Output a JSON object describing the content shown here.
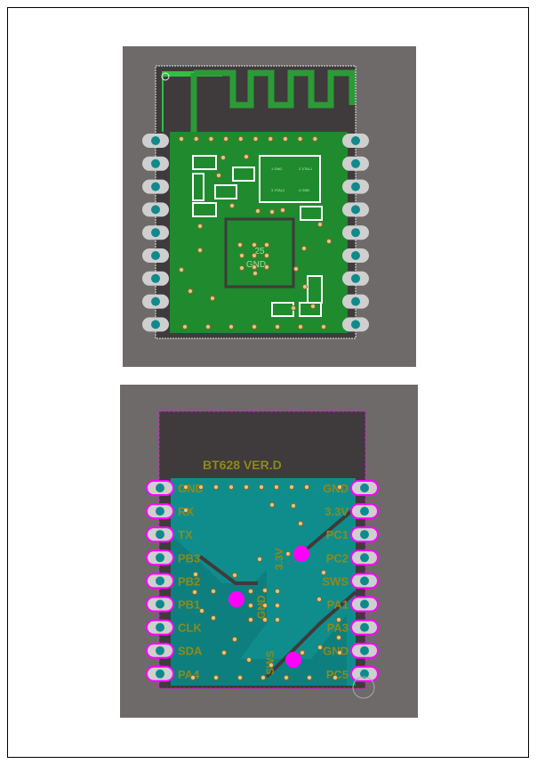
{
  "colors": {
    "background_panel": "#6e6a69",
    "top_copper": "#1f8a2e",
    "top_dark": "#3f3a3b",
    "bottom_copper": "#0f8d8c",
    "silk_bottom": "#8c8a1c",
    "outline_bottom": "#ff00ff",
    "pad": "#cfcfcf",
    "pad_hole": "#0f8a8c"
  },
  "top_board": {
    "chip_label_number": "25",
    "chip_label_net": "GND",
    "crystal_pads": [
      "1 GND",
      "2 XTAL1",
      "3 XTAL2",
      "4 GND"
    ]
  },
  "bottom_board": {
    "title": "BT628 VER.D",
    "left_pins": [
      "GND",
      "RX",
      "TX",
      "PB3",
      "PB2",
      "PB1",
      "CLK",
      "SDA",
      "PA4"
    ],
    "right_pins": [
      "GND",
      "3.3V",
      "PC1",
      "PC2",
      "SWS",
      "PA1",
      "PA3",
      "GND",
      "PC5"
    ],
    "test_point_labels": [
      "3.3V",
      "GND",
      "SWS"
    ]
  }
}
